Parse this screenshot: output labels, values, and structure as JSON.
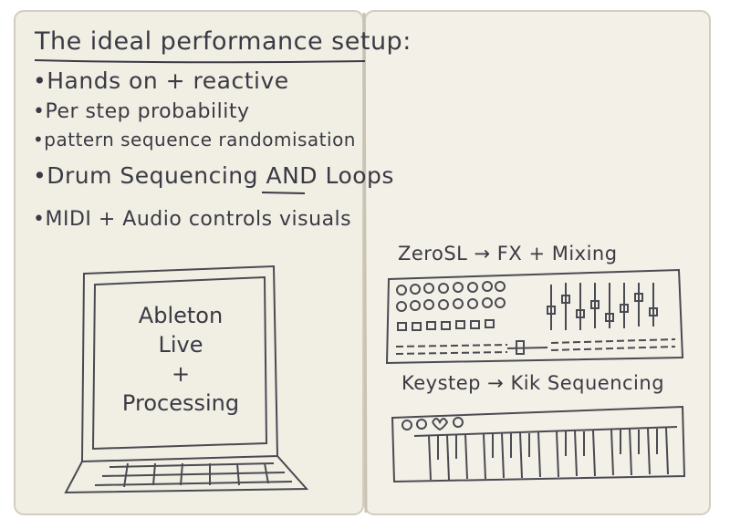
{
  "notebook": {
    "title": "The ideal performance setup:",
    "bullets": [
      "•Hands on + reactive",
      "•Per step probability",
      "•pattern sequence randomisation",
      "•Drum Sequencing AND Loops",
      "•MIDI + Audio controls visuals"
    ],
    "laptop_screen_text": "Ableton\nLive\n+\nProcessing",
    "zerosl_label": "ZeroSL → FX + Mixing",
    "keystep_label": "Keystep → Kik Sequencing"
  },
  "colors": {
    "background": "#ffffff",
    "paper": "#f1eee4",
    "pencil": "#3a3a44",
    "page_edge": "#d8d4c8"
  },
  "icons": [
    "laptop-sketch-icon",
    "zerosl-controller-sketch-icon",
    "keystep-keyboard-sketch-icon"
  ]
}
